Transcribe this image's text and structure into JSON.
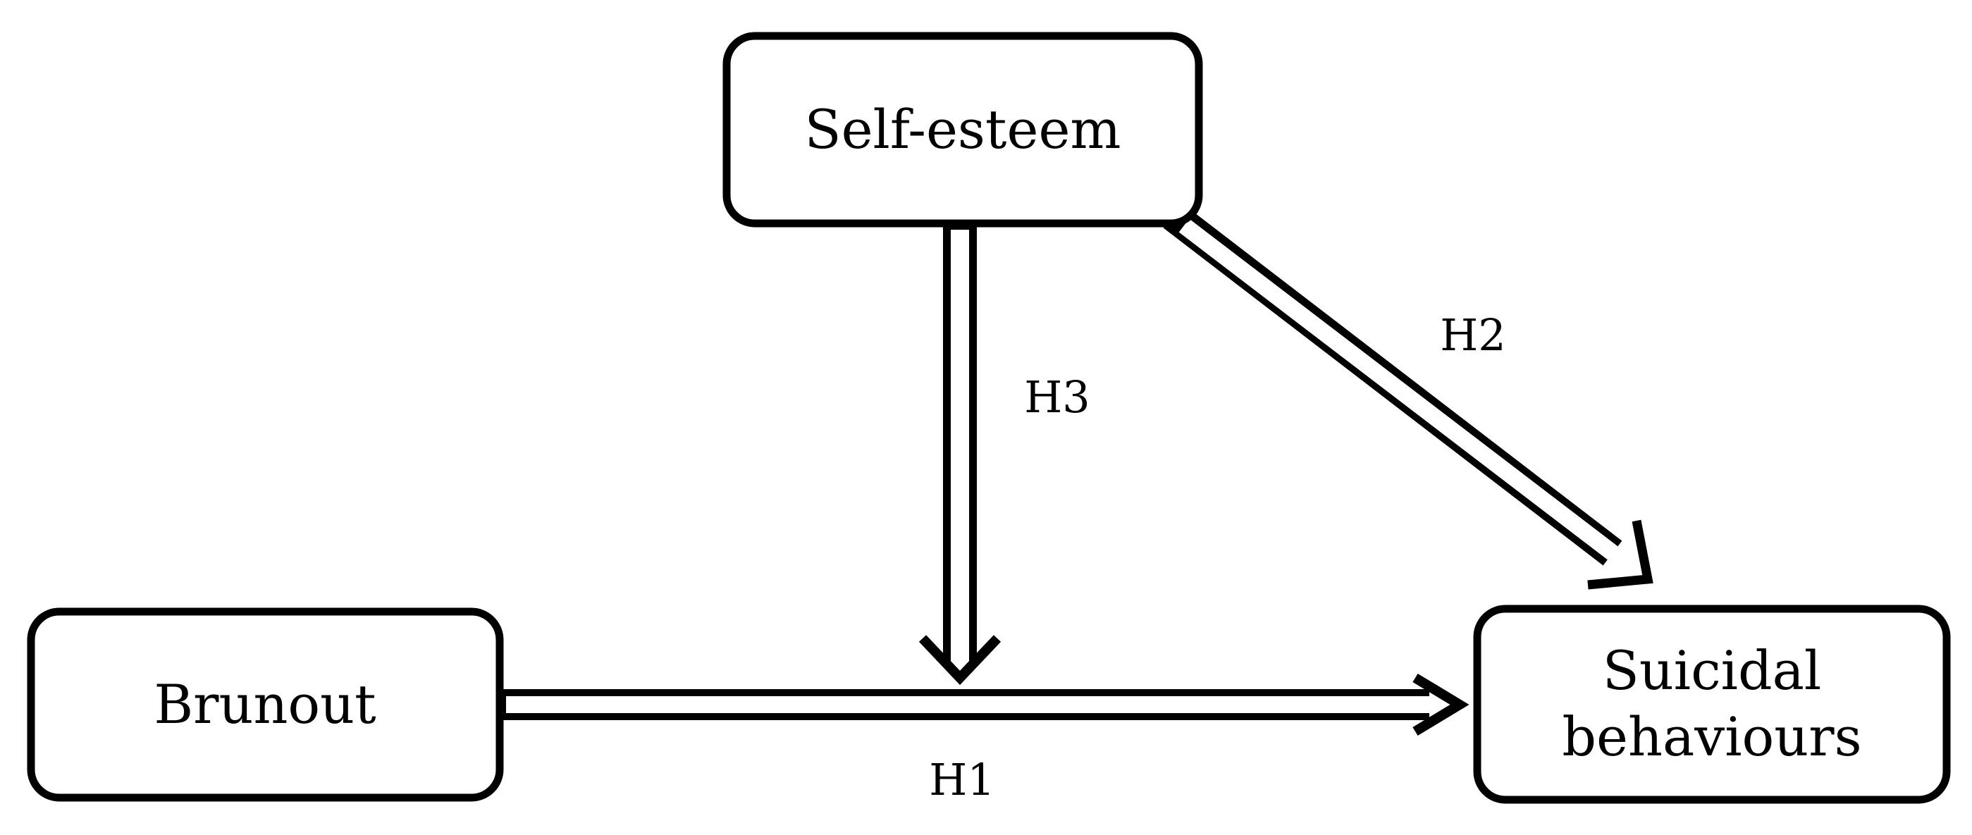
{
  "figure": {
    "type": "path-diagram",
    "background_color": "#ffffff",
    "line_color": "#000000",
    "nodes": [
      {
        "id": "self-esteem",
        "label": "Self-esteem",
        "position": "top-center"
      },
      {
        "id": "burnout",
        "label": "Brunout",
        "position": "bottom-left"
      },
      {
        "id": "suicidal-behaviours",
        "label_lines": [
          "Suicidal",
          "behaviours"
        ],
        "position": "bottom-right"
      }
    ],
    "arrows": [
      {
        "id": "h1",
        "label": "H1",
        "from": "burnout",
        "to": "suicidal-behaviours",
        "style": "hollow-double-line-open-head",
        "direction": "horizontal-right"
      },
      {
        "id": "h2",
        "label": "H2",
        "from": "self-esteem",
        "to": "suicidal-behaviours",
        "style": "hollow-double-line-open-head",
        "direction": "diagonal-down-right"
      },
      {
        "id": "h3",
        "label": "H3",
        "from": "self-esteem",
        "to": "h1-arrow-midpoint",
        "style": "hollow-double-line-open-head",
        "direction": "vertical-down"
      }
    ]
  }
}
